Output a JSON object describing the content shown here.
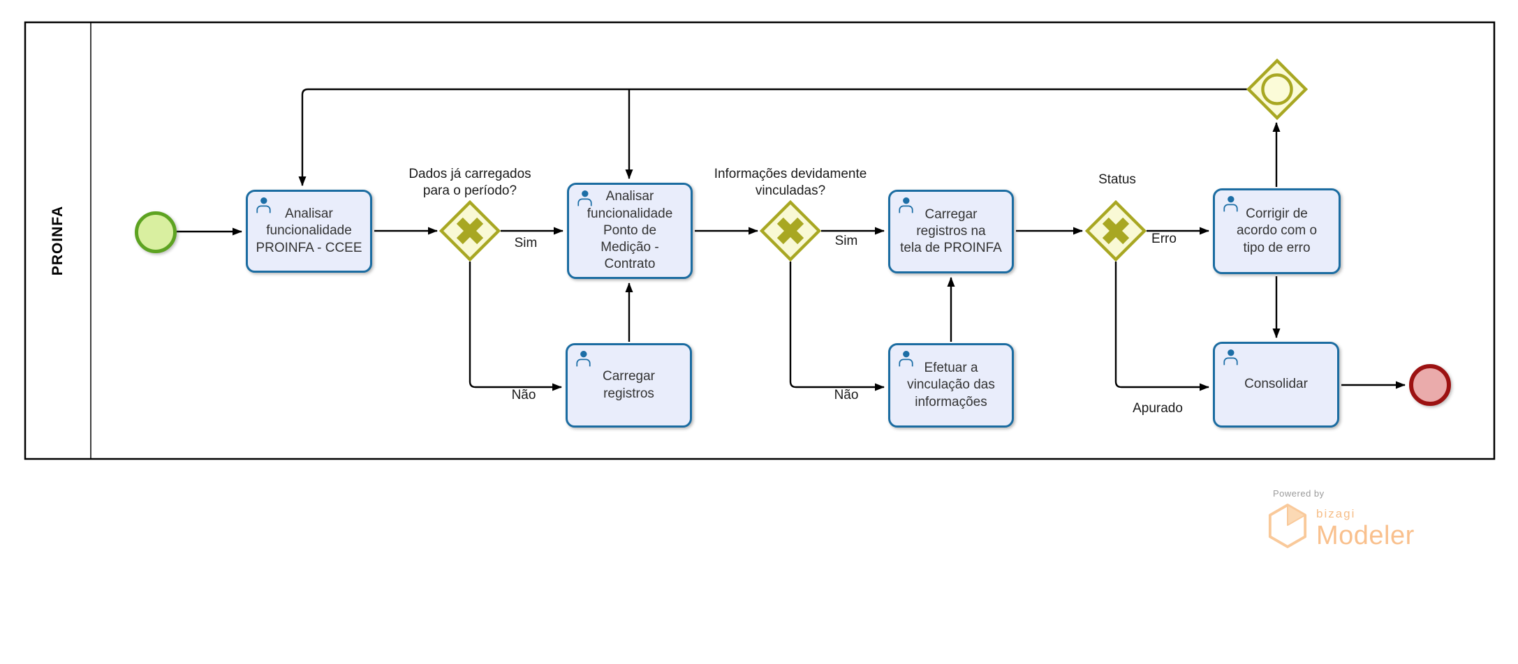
{
  "pool": {
    "lane_label": "PROINFA"
  },
  "nodes": {
    "task_analisar_ccee": "Analisar\nfuncionalidade\nPROINFA - CCEE",
    "task_analisar_ponto": "Analisar\nfuncionalidade\nPonto de\nMedição -\nContrato",
    "task_carregar_registros": "Carregar\nregistros",
    "task_carregar_tela": "Carregar\nregistros na\ntela de PROINFA",
    "task_efetuar_vinculacao": "Efetuar a\nvinculação das\ninformações",
    "task_corrigir_erro": "Corrigir de\nacordo com o\ntipo de erro",
    "task_consolidar": "Consolidar"
  },
  "gateways": {
    "gw_dados_carregados": "Dados já carregados\npara o período?",
    "gw_informacoes_vinculadas": "Informações devidamente\nvinculadas?",
    "gw_status": "Status"
  },
  "edge_labels": {
    "sim_1": "Sim",
    "nao_1": "Não",
    "sim_2": "Sim",
    "nao_2": "Não",
    "erro": "Erro",
    "apurado": "Apurado"
  },
  "branding": {
    "powered_by": "Powered by",
    "brand": "bizagi",
    "product": "Modeler"
  },
  "colors": {
    "task_border": "#1b6ca1",
    "task_fill": "#e9edfb",
    "gateway_stroke": "#a8a722",
    "gateway_fill": "#f9f9d5",
    "start_border": "#5da321",
    "start_fill": "#d9efa0",
    "end_border": "#9c1212",
    "end_fill": "#eaabab",
    "flow_color": "#000000",
    "logo_orange": "#f9c08d"
  }
}
